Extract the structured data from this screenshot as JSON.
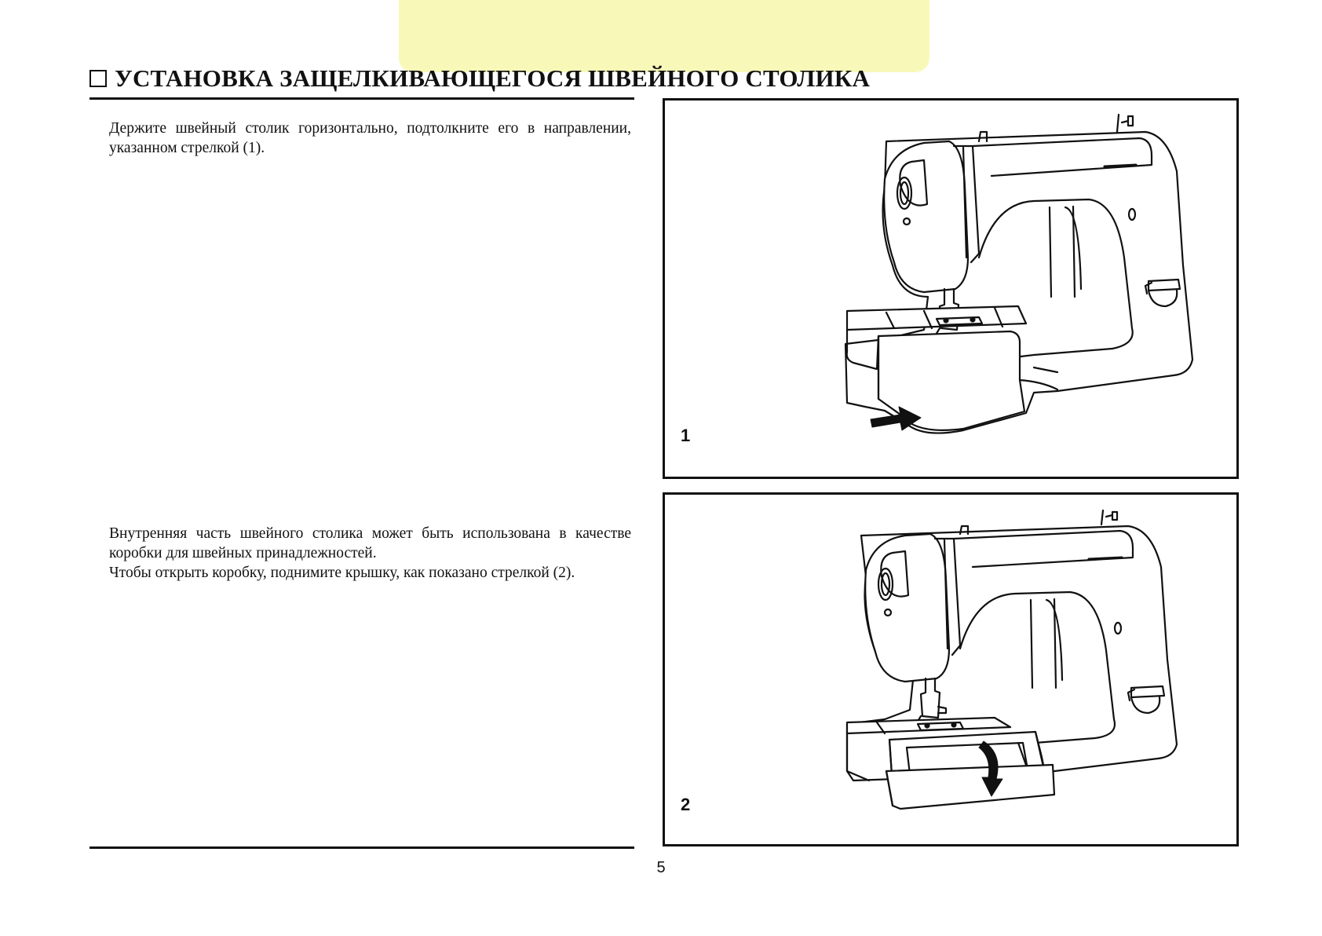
{
  "page": {
    "section_title": "УСТАНОВКА ЗАЩЕЛКИВАЮЩЕГОСЯ ШВЕЙНОГО СТОЛИКА",
    "paragraph_1": "Держите швейный столик горизонтально, подтолкните его в направлении, указанном стрелкой (1).",
    "paragraph_2a": "Внутренняя часть швейного столика может быть использована в качестве коробки для швейных принадлежностей.",
    "paragraph_2b": "Чтобы открыть коробку, поднимите крышку, как показано стрелкой (2).",
    "figure_1_number": "1",
    "figure_2_number": "2",
    "page_number": "5"
  },
  "colors": {
    "highlight": "#f8f9b9",
    "ink": "#111111"
  },
  "icons": {
    "title_marker": "empty-checkbox-icon",
    "figure_1_arrow": "arrow-right-icon",
    "figure_2_arrow": "curved-arrow-down-icon"
  }
}
